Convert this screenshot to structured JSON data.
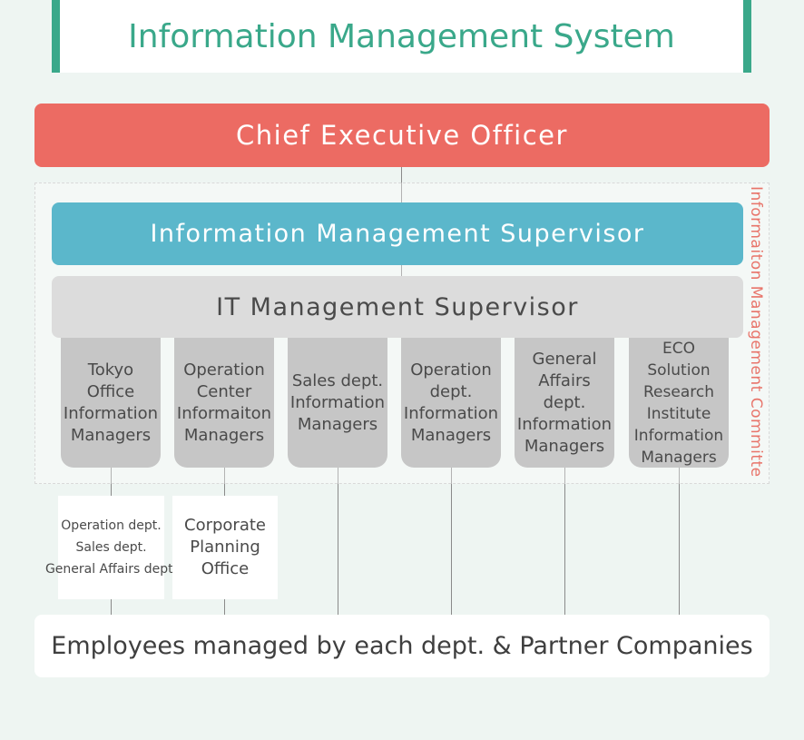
{
  "title": "Information Management System",
  "ceo": "Chief Executive Officer",
  "committee_label": "Informaiton Management Committe",
  "info_supervisor": "Information Management Supervisor",
  "it_supervisor": "IT Management Supervisor",
  "managers": [
    "Tokyo Office\nInformation\nManagers",
    "Operation\nCenter\nInformaiton\nManagers",
    "Sales dept.\nInformation\nManagers",
    "Operation\ndept.\nInformation\nManagers",
    "General\nAffairs\ndept.\nInformation\nManagers",
    "ECO Solution\nResearch\nInstitute\nInformation\nManagers"
  ],
  "sub_tokyo": [
    "Operation dept.",
    "Sales dept.",
    "General Affairs dept."
  ],
  "sub_corporate": [
    "Corporate",
    "Planning",
    "Office"
  ],
  "employees": "Employees managed by each dept. & Partner Companies",
  "colors": {
    "accent_green": "#3aa88a",
    "ceo_red": "#ec6b63",
    "supervisor_blue": "#5bb7cb",
    "it_gray": "#dcdcdc",
    "manager_gray": "#c6c6c6",
    "committee_text": "#e8746a",
    "background": "#eef5f2"
  }
}
